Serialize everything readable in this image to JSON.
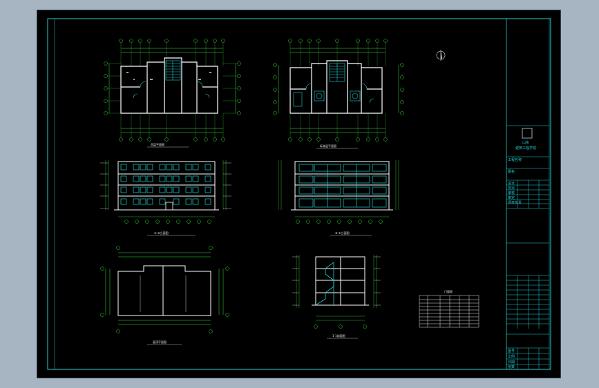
{
  "title_block": {
    "rows_top": [
      "工程名称",
      "图名"
    ],
    "rows_mid": [
      "设计",
      "校对",
      "审核",
      "审定",
      "项目负责"
    ],
    "rows_bottom": [
      "图号",
      "比例",
      "日期",
      "张数"
    ],
    "school_label": "山东",
    "school_sub": "建筑工程学院"
  },
  "views": {
    "plan_1": "首层平面图",
    "plan_2": "标准层平面图",
    "elevation_1": "①-⑨立面图",
    "elevation_2": "⑨-①立面图",
    "roof": "屋顶平面图",
    "section": "1-1剖面图",
    "schedule": "门窗表"
  },
  "colors": {
    "border": "#21d0d3",
    "wall": "#ffffff",
    "dimension": "#37e637",
    "window": "#21d0d3",
    "stair": "#21d0d3",
    "background": "#000000"
  },
  "icons": [
    "north-arrow-icon"
  ]
}
